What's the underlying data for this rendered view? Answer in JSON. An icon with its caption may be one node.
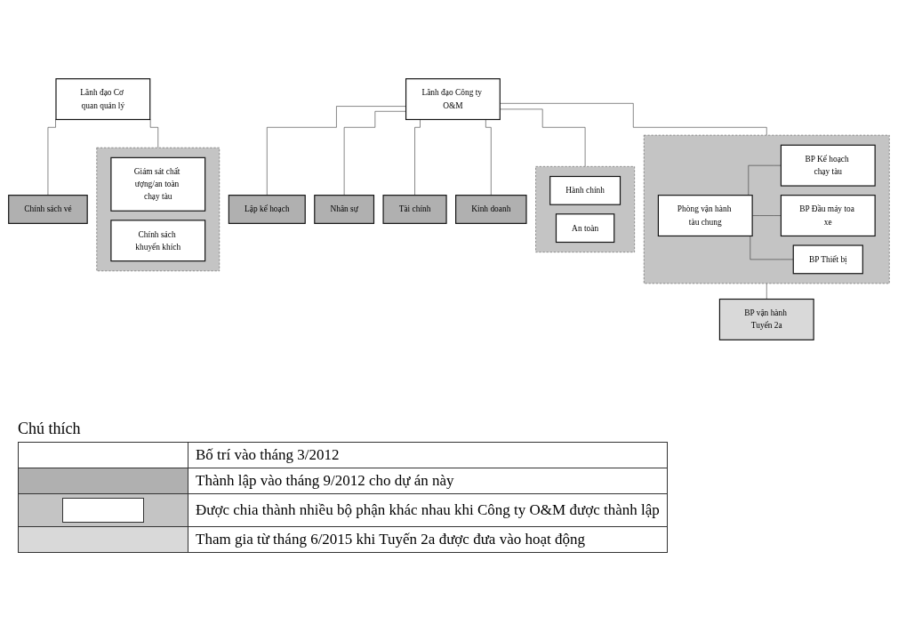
{
  "diagram": {
    "nodes": [
      {
        "text": [
          "Lãnh đạo Cơ quan quản lý"
        ]
      },
      {
        "text": [
          "Chính sách vé"
        ]
      },
      {
        "text": [],
        "shape": "box"
      },
      {
        "text": [
          "Giám sát chất ượng/an toàn chạy tàu"
        ],
        "in": 2
      },
      {
        "text": [
          "Chính sách khuyến khích"
        ],
        "in": 2
      },
      {
        "text": [
          "Lãnh đạo Công ty O&M"
        ]
      },
      {
        "text": [
          "Lập kế hoạch"
        ]
      },
      {
        "text": [],
        "shape": "box"
      },
      {
        "text": [
          "Hành chính"
        ],
        "in": 7
      },
      {
        "text": [
          "An toàn"
        ],
        "in": 7
      },
      {
        "text": [
          "Nhân sự"
        ]
      },
      {
        "text": [
          "Tài chính"
        ]
      },
      {
        "text": [
          "Kinh doanh"
        ]
      },
      {
        "text": [],
        "shape": "box"
      },
      {
        "text": [
          "Phòng vận hành tàu chung"
        ],
        "in": 13
      },
      {
        "text": [
          "BP Kế hoạch chạy tàu"
        ],
        "in": 13
      },
      {
        "text": [
          "BP Đầu máy toa xe"
        ],
        "in": 13
      },
      {
        "text": [
          "BP Thiết bị"
        ],
        "in": 13
      },
      {
        "text": [
          "BP vận hành Tuyến 2a"
        ]
      }
    ],
    "edges": [
      {
        "from": 0,
        "to": 1,
        "arrow": "none"
      },
      {
        "from": 0,
        "to": 2,
        "arrow": "none"
      },
      {
        "from": 5,
        "to": 6,
        "arrow": "none"
      },
      {
        "from": 5,
        "to": 7,
        "arrow": "none"
      },
      {
        "from": 5,
        "to": 10,
        "arrow": "none"
      },
      {
        "from": 5,
        "to": 11,
        "arrow": "none"
      },
      {
        "from": 5,
        "to": 12,
        "arrow": "none"
      },
      {
        "from": 5,
        "to": 13,
        "arrow": "none"
      },
      {
        "from": 14,
        "to": 15,
        "arrow": "none"
      },
      {
        "from": 14,
        "to": 16,
        "arrow": "none"
      },
      {
        "from": 14,
        "to": 17,
        "arrow": "none"
      },
      {
        "from": 13,
        "to": 18,
        "arrow": "none"
      }
    ],
    "labels": [
      "Chú thích"
    ],
    "legend": [
      {
        "text": "Bố trí vào tháng 3/2012",
        "color": "#ffffff"
      },
      {
        "text": "Thành lập vào tháng 9/2012 cho dự án này",
        "color": "#b0b0b0"
      },
      {
        "text": "Được chia thành nhiều bộ phận khác nhau khi Công ty O&M được thành lập"
      },
      {
        "text": "Tham gia từ tháng 6/2015 khi Tuyến 2a được đưa vào hoạt động",
        "color": "#d9d9d9"
      }
    ]
  }
}
